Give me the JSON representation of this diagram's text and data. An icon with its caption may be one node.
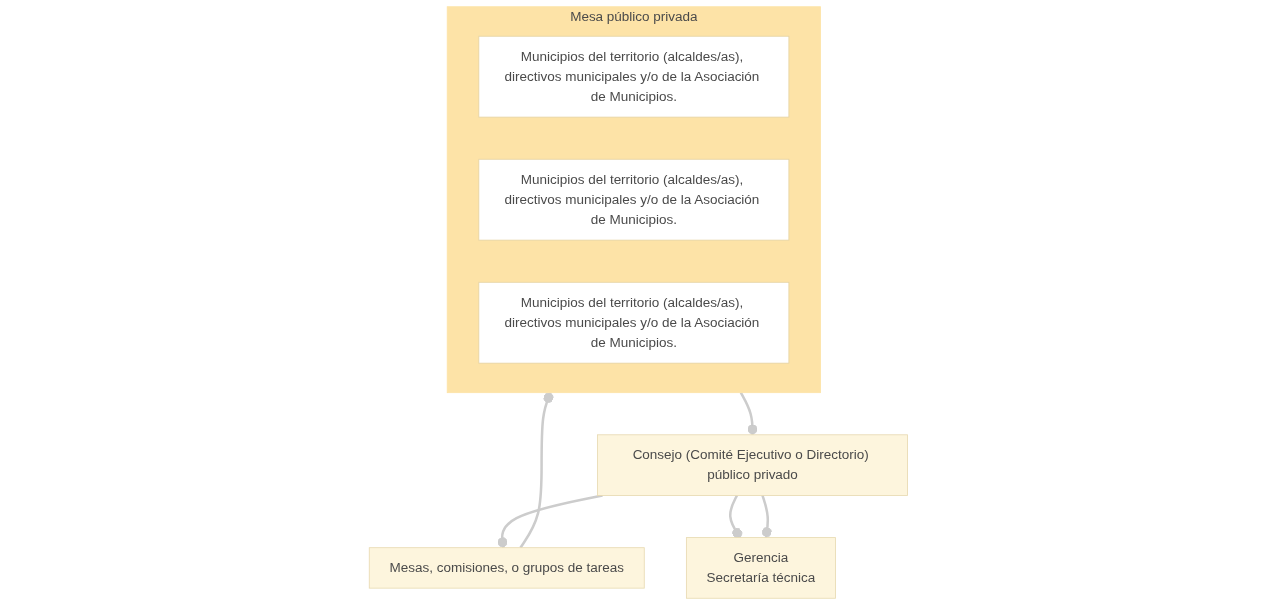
{
  "diagram": {
    "nodes": [
      {
        "text": [
          "Mesa público privada"
        ]
      },
      {
        "text": [
          "Municipios del territorio (alcaldes/as), directivos municipales y/o de la Asociación de Municipios."
        ],
        "in": 0
      },
      {
        "text": [
          "Municipios del territorio (alcaldes/as), directivos municipales y/o de la Asociación de Municipios."
        ],
        "in": 0
      },
      {
        "text": [
          "Municipios del territorio (alcaldes/as), directivos municipales y/o de la Asociación de Municipios."
        ],
        "in": 0
      },
      {
        "text": [
          "Consejo (Comité Ejecutivo o Directorio) público privado"
        ]
      },
      {
        "text": [
          "Gerencia",
          "Secretaría técnica"
        ]
      },
      {
        "text": [
          "Mesas, comisiones, o grupos de tareas"
        ]
      }
    ],
    "edges": [
      {
        "from": 0,
        "to": 4,
        "arrow": "other"
      },
      {
        "from": 6,
        "to": 0,
        "arrow": "other"
      },
      {
        "from": 4,
        "to": 6,
        "arrow": "other"
      },
      {
        "from": 4,
        "to": 5,
        "arrow": "other"
      },
      {
        "from": 4,
        "to": 5,
        "arrow": "other"
      }
    ]
  }
}
